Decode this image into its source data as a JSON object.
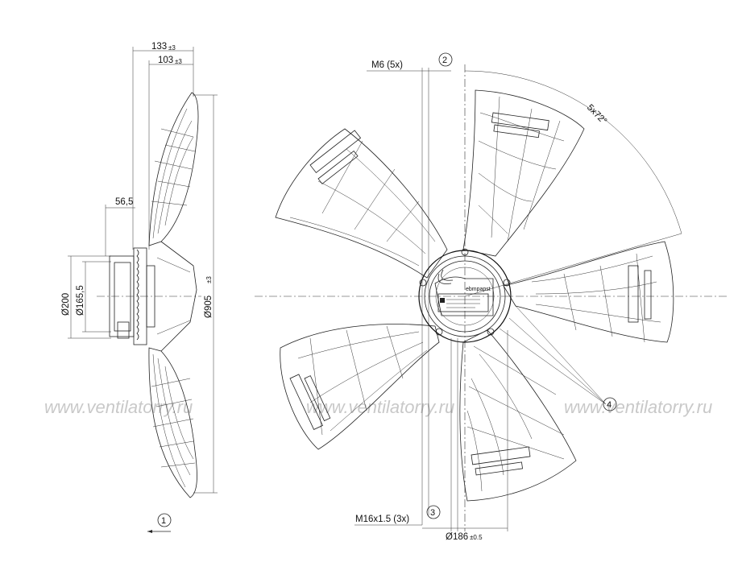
{
  "dimensions": {
    "w133": "133",
    "w133_tol": "±3",
    "w103": "103",
    "w103_tol": "±3",
    "w56": "56,5",
    "d200": "Ø200",
    "d1655": "Ø165,5",
    "d905": "Ø905",
    "d905_tol": "±3",
    "m6": "M6 (5x)",
    "angle": "5x72°",
    "m16": "M16x1.5 (3x)",
    "d186": "Ø186",
    "d186_tol": "±0.5"
  },
  "callouts": [
    "1",
    "2",
    "3",
    "4"
  ],
  "label_plate": "ebmpapst",
  "watermark": "www.ventilatorry.ru"
}
